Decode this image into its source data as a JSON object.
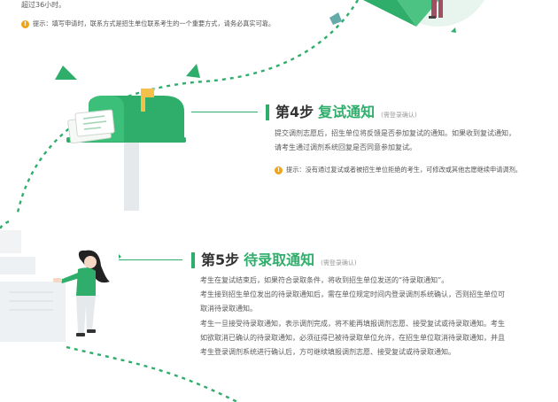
{
  "top": {
    "continued_text": "超过36小时。",
    "tip_label": "提示：",
    "tip_text": "填写申请时，联系方式是招生单位联系考生的一个重要方式，请务必真实可靠。"
  },
  "steps": [
    {
      "number": "第4步",
      "title": "复试通知",
      "note": "(需登录确认)",
      "lines": [
        "提交调剂志愿后，招生单位将反馈是否参加复试的通知。如果收到复试通知，",
        "请考生通过调剂系统回复是否同意参加复试。"
      ],
      "tip_label": "提示：",
      "tip_text": "没有通过复试或者被招生单位拒绝的考生，可修改或其他志愿继续申请调剂。"
    },
    {
      "number": "第5步",
      "title": "待录取通知",
      "note": "(需登录确认)",
      "lines": [
        "考生在复试结束后，如果符合录取条件，将收到招生单位发送的“待录取通知”。",
        "考生接到招生单位发出的待录取通知后，需在单位规定时间内登录调剂系统确认，否则招生单位可",
        "取消待录取通知。",
        "考生一旦接受待录取通知，表示调剂完成，将不能再填报调剂志愿、接受复试或待录取通知。考生",
        "如欲取消已确认的待录取通知，必须征得已被待录取单位允许，在招生单位取消待录取通知，并且",
        "考生登录调剂系统进行确认后，方可继续填报调剂志愿、接受复试或待录取通知。"
      ]
    }
  ],
  "colors": {
    "accent": "#2fae6b",
    "tip": "#f0a419",
    "path": "#2fae6b"
  },
  "icons": {
    "tip": "exclamation-icon",
    "mailbox": "mailbox-illustration",
    "person": "person-illustration"
  }
}
